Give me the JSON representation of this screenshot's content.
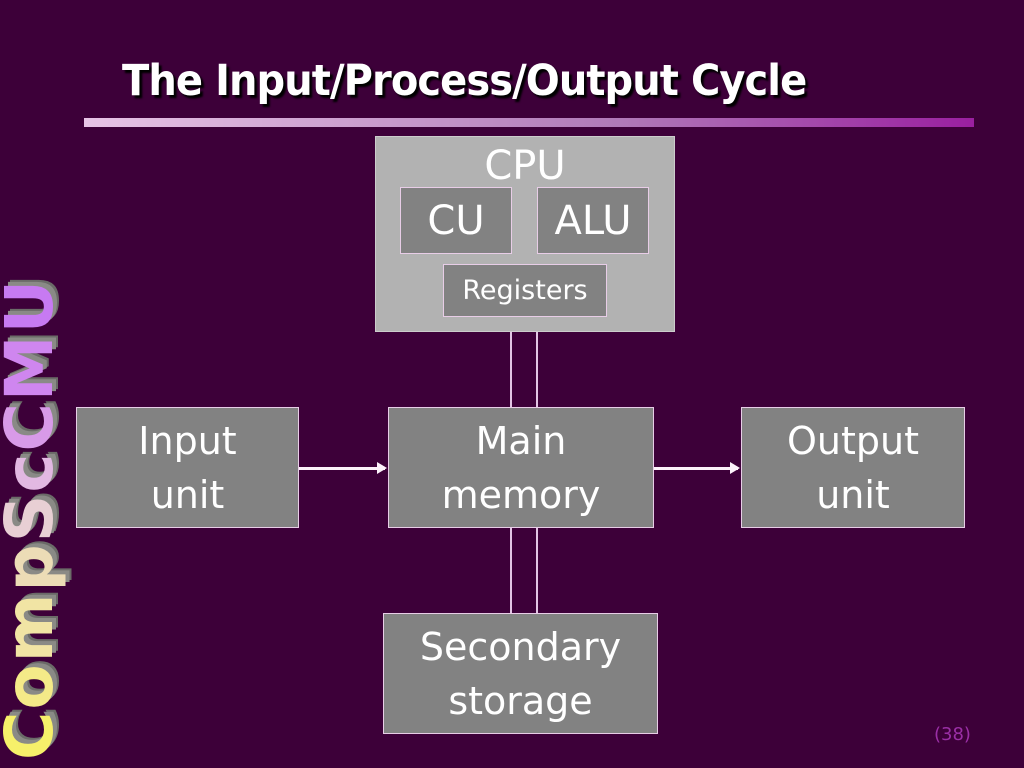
{
  "logo": {
    "letters": [
      {
        "char": "C",
        "color": "#f6f06a"
      },
      {
        "char": "o",
        "color": "#f4ea88"
      },
      {
        "char": "m",
        "color": "#f1e4a4"
      },
      {
        "char": "p",
        "color": "#ecdcb6"
      },
      {
        "char": "S",
        "color": "#e8cfd4"
      },
      {
        "char": "c",
        "color": "#e2b8e2"
      },
      {
        "char": "C",
        "color": "#d89ae8"
      },
      {
        "char": "M",
        "color": "#cf86ef"
      },
      {
        "char": "U",
        "color": "#c77af2"
      }
    ]
  },
  "header": {
    "title": "The Input/Process/Output Cycle"
  },
  "diagram": {
    "cpu": {
      "label": "CPU",
      "cu": "CU",
      "alu": "ALU",
      "registers": "Registers"
    },
    "input_unit": {
      "line1": "Input",
      "line2": "unit"
    },
    "main_memory": {
      "line1": "Main",
      "line2": "memory"
    },
    "output_unit": {
      "line1": "Output",
      "line2": "unit"
    },
    "secondary_storage": {
      "line1": "Secondary",
      "line2": "storage"
    },
    "edges": [
      {
        "from": "input_unit",
        "to": "main_memory",
        "type": "arrow"
      },
      {
        "from": "main_memory",
        "to": "output_unit",
        "type": "arrow"
      },
      {
        "from": "cpu",
        "to": "main_memory",
        "type": "double-line"
      },
      {
        "from": "main_memory",
        "to": "secondary_storage",
        "type": "double-line"
      }
    ]
  },
  "footer": {
    "page_number": "(38)"
  }
}
